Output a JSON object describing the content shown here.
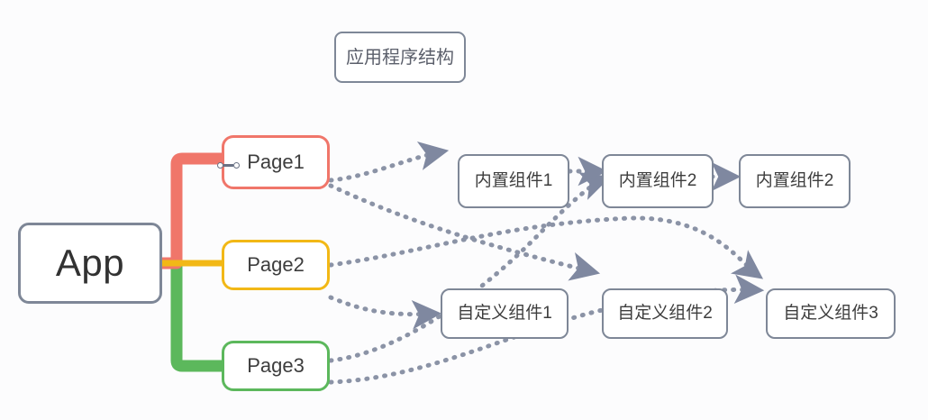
{
  "diagram": {
    "title_box": {
      "label": "应用程序结构"
    },
    "root": {
      "label": "App"
    },
    "pages": [
      {
        "label": "Page1",
        "color": "#f0766a"
      },
      {
        "label": "Page2",
        "color": "#f2b816"
      },
      {
        "label": "Page3",
        "color": "#5cb85c"
      }
    ],
    "builtin_components": [
      {
        "label": "内置组件1"
      },
      {
        "label": "内置组件2"
      },
      {
        "label": "内置组件2"
      }
    ],
    "custom_components": [
      {
        "label": "自定义组件1"
      },
      {
        "label": "自定义组件2"
      },
      {
        "label": "自定义组件3"
      }
    ],
    "colors": {
      "background": "#fcfcfd",
      "node_border": "#7e8797",
      "branch_orange": "#f0766a",
      "branch_yellow": "#f2b816",
      "branch_green": "#5cb85c",
      "connector": "#8b93a6",
      "text": "#3d3d3d"
    }
  }
}
